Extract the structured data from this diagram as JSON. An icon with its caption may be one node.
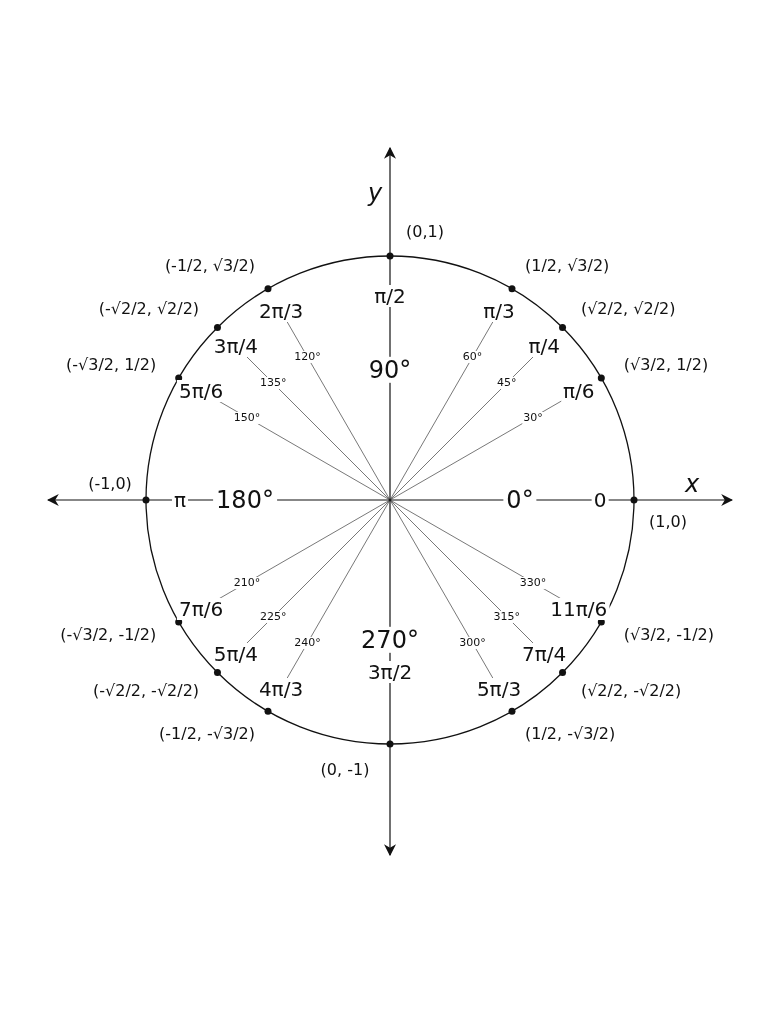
{
  "diagram": {
    "labels": [
      "y",
      "x",
      "(1,0)",
      "0",
      "0°",
      "(√3/2, 1/2)",
      "π/6",
      "30°",
      "(√2/2, √2/2)",
      "π/4",
      "45°",
      "(1/2, √3/2)",
      "π/3",
      "60°",
      "(0,1)",
      "π/2",
      "90°",
      "(-1/2, √3/2)",
      "2π/3",
      "120°",
      "(-√2/2, √2/2)",
      "3π/4",
      "135°",
      "(-√3/2, 1/2)",
      "5π/6",
      "150°",
      "(-1,0)",
      "π",
      "180°",
      "(-√3/2, -1/2)",
      "7π/6",
      "210°",
      "(-√2/2, -√2/2)",
      "5π/4",
      "225°",
      "(-1/2, -√3/2)",
      "4π/3",
      "240°",
      "(0, -1)",
      "3π/2",
      "270°",
      "(1/2, -√3/2)",
      "5π/3",
      "300°",
      "(√2/2, -√2/2)",
      "7π/4",
      "315°",
      "(√3/2, -1/2)",
      "11π/6",
      "330°"
    ]
  }
}
